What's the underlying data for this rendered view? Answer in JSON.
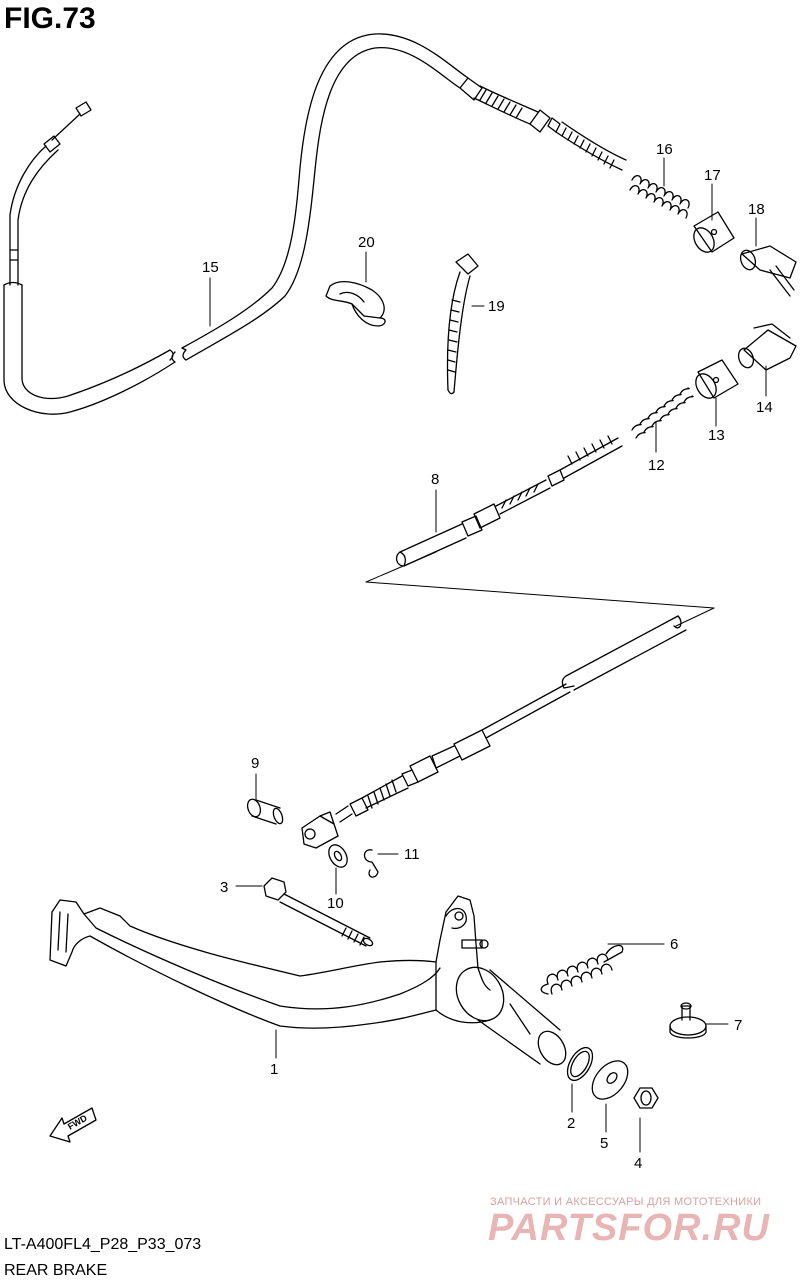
{
  "figure": {
    "title": "FIG.73"
  },
  "callouts": [
    {
      "id": "c1",
      "label": "1"
    },
    {
      "id": "c2",
      "label": "2"
    },
    {
      "id": "c3",
      "label": "3"
    },
    {
      "id": "c4",
      "label": "4"
    },
    {
      "id": "c5",
      "label": "5"
    },
    {
      "id": "c6",
      "label": "6"
    },
    {
      "id": "c7",
      "label": "7"
    },
    {
      "id": "c8",
      "label": "8"
    },
    {
      "id": "c9",
      "label": "9"
    },
    {
      "id": "c10",
      "label": "10"
    },
    {
      "id": "c11",
      "label": "11"
    },
    {
      "id": "c12",
      "label": "12"
    },
    {
      "id": "c13",
      "label": "13"
    },
    {
      "id": "c14",
      "label": "14"
    },
    {
      "id": "c15",
      "label": "15"
    },
    {
      "id": "c16",
      "label": "16"
    },
    {
      "id": "c17",
      "label": "17"
    },
    {
      "id": "c18",
      "label": "18"
    },
    {
      "id": "c19",
      "label": "19"
    },
    {
      "id": "c20",
      "label": "20"
    }
  ],
  "fwd_label": "FWD",
  "footer": {
    "code": "LT-A400FL4_P28_P33_073",
    "name": "REAR BRAKE"
  },
  "watermark": {
    "tagline": "ЗАПЧАСТИ И АКСЕССУАРЫ ДЛЯ МОТОТЕХНИКИ",
    "logo": "PARTSFOR.RU",
    "color": "#e8b4b4"
  }
}
